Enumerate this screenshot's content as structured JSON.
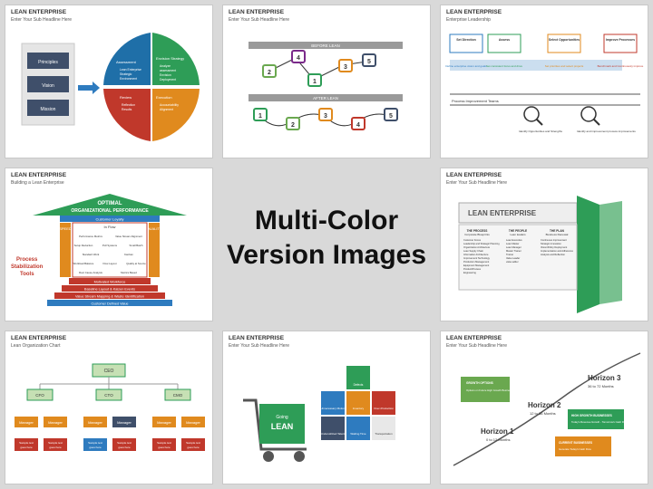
{
  "center": {
    "line1": "Multi-Color",
    "line2": "Version Images"
  },
  "slides": [
    {
      "title": "LEAN ENTERPRISE",
      "subtitle": "Enter Your Sub Headline Here",
      "left_boxes": [
        "Principles",
        "Vision",
        "Mission"
      ],
      "quadrants": [
        {
          "title": "Assessment",
          "items": [
            "Lean Enterprise",
            "Strategic",
            "Environment"
          ]
        },
        {
          "title": "Envision Strategy",
          "items": [
            "Analyze",
            "assessment",
            "Envision",
            "Deployment"
          ]
        },
        {
          "title": "Review",
          "items": [
            "Reflection",
            "Results"
          ]
        },
        {
          "title": "Execution",
          "items": [
            "Accountability",
            "Alignment"
          ]
        }
      ]
    },
    {
      "title": "LEAN ENTERPRISE",
      "subtitle": "Enter Your Sub Headline Here",
      "before_label": "BEFORE LEAN",
      "after_label": "AFTER LEAN",
      "before_nodes": [
        "4",
        "2",
        "1",
        "3",
        "5"
      ],
      "after_nodes": [
        "1",
        "2",
        "3",
        "4",
        "5"
      ]
    },
    {
      "title": "LEAN ENTERPRISE",
      "subtitle": "Enterprise Leadership",
      "steps": [
        {
          "head": "Set Direction",
          "body": "Define enterprise vision and goals"
        },
        {
          "head": "Assess",
          "body": "Set consistent focus and drive"
        },
        {
          "head": "Select Opportunities",
          "body": "Set priorities and select projects"
        },
        {
          "head": "Improve Processes",
          "body": "Benchmark and Continuously improve"
        }
      ],
      "teams_label": "Process Improvement Teams",
      "notes": [
        "Identify Opportunities and Strengths",
        "Identify and improvement process improvements"
      ]
    },
    {
      "title": "LEAN ENTERPRISE",
      "subtitle": "Building a Lean Enterprise",
      "roof_line1": "OPTIMAL",
      "roof_line2": "ORGANIZATIONAL PERFORMANCE",
      "band_top": "Customer Loyalty",
      "pillar_left": "SPEED",
      "pillar_right": "QUALITY",
      "header_row": "In Flow",
      "cells": [
        "Performance Metrics",
        "Value Stream Alignment",
        "Setup Reduction",
        "Pull Systems",
        "Small Batch",
        "Standard Work",
        "Kanban",
        "Workload Balance",
        "Flow Layout",
        "Quality at Source",
        "Root Cause Analysis",
        "Metrics Based"
      ],
      "side_label_line1": "Process",
      "side_label_line2": "Stabilization",
      "side_label_line3": "Tools",
      "stairs": [
        "Motivated Workforce",
        "Baseline Layout & Kaizen Events",
        "Value Stream Mapping & Waste Identification",
        "Customer Defined Value"
      ]
    },
    {
      "title": "LEAN ENTERPRISE",
      "subtitle": "Enter Your Sub Headline Here",
      "panel_title": "LEAN ENTERPRISE",
      "columns": [
        {
          "head": "THE PROCESS",
          "sub": "Corporate Blueprints",
          "items": [
            "Customer Focus",
            "Leadership and Strategic Planning",
            "Organization Architecture",
            "Lean Supply Chain",
            "Information Architecture",
            "Improvement Technology",
            "Production Management",
            "Equipment Management",
            "Product/Process",
            "Engineering"
          ]
        },
        {
          "head": "THE PEOPLE",
          "sub": "Lean leaders",
          "items": [
            "Lean Executive",
            "Lean Master",
            "Lean Manager",
            "Master Trainer",
            "Trainer",
            "Value Leader",
            "value adder"
          ]
        },
        {
          "head": "THE PLAN",
          "sub": "Business Renewal",
          "items": [
            "Continuous improvement",
            "Strategic innovation",
            "Vision/Policy Deployment",
            "Implementation and Adherence",
            "Analysis and Reflection"
          ]
        }
      ]
    },
    {
      "title": "LEAN ENTERPRISE",
      "subtitle": "Enter Your Sub Headline Here",
      "cart_line1": "Going",
      "cart_line2": "LEAN",
      "blocks": [
        "Defects",
        "Unnecessary Motion",
        "Inventory",
        "Over-Production",
        "Underutilized Talent",
        "Waiting Time",
        "Transportation"
      ]
    },
    {
      "title": "LEAN ENTERPRISE",
      "subtitle": "Lean Organization Chart",
      "ceo": "CEO",
      "officers": [
        "CFO",
        "CTO",
        "CMO"
      ],
      "manager": "Manager",
      "placeholder_line1": "Sample text",
      "placeholder_line2": "goes here"
    },
    {
      "title": "LEAN ENTERPRISE",
      "subtitle": "Enter Your Sub Headline Here",
      "horizons": [
        {
          "name": "Horizon 3",
          "time": "36 to 72 Months",
          "tag": "GROWTH OPTIONS",
          "desc": "Options on Future High Growth Businesses"
        },
        {
          "name": "Horizon 2",
          "time": "12 to 36 Months",
          "tag": "HIGH GROWTH BUSINESSES",
          "desc": "Today's Revenue Growth - Tomorrow's Cash Flow"
        },
        {
          "name": "Horizon 1",
          "time": "0 to 12 Months",
          "tag": "CURRENT BUSINESSES",
          "desc": "Generate Today's Cash Flow"
        }
      ]
    }
  ]
}
